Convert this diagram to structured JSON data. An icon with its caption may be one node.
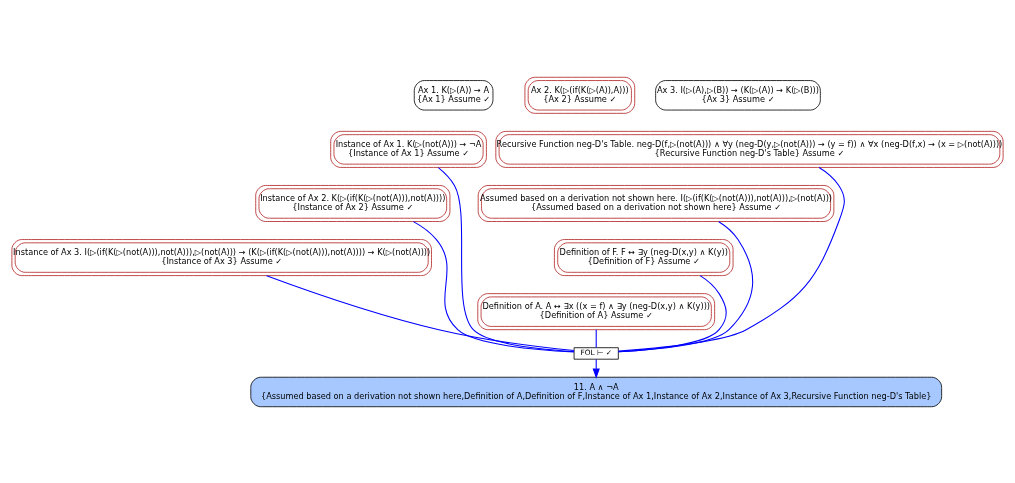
{
  "diagram": {
    "nodes": [
      {
        "text": [
          "Ax 1. K(▷(A)) → A",
          "{Ax 1} Assume ✓"
        ]
      },
      {
        "text": [
          "Ax 2. K(▷(if(K(▷(A)),A)))",
          "{Ax 2} Assume ✓"
        ]
      },
      {
        "text": [
          "Ax 3. I(▷(A),▷(B)) → (K(▷(A)) → K(▷(B)))",
          "{Ax 3} Assume ✓"
        ]
      },
      {
        "text": [
          "Recursive Function neg-D's Table. neg-D(f,▷(not(A))) ∧ ∀y (neg-D(y,▷(not(A))) → (y = f)) ∧ ∀x (neg-D(f,x) → (x = ▷(not(A))))",
          "{Recursive Function neg-D's Table} Assume ✓"
        ]
      },
      {
        "text": [
          "Instance of Ax 1. K(▷(not(A))) → ¬A",
          "{Instance of Ax 1} Assume ✓"
        ]
      },
      {
        "text": [
          "Instance of Ax 2. K(▷(if(K(▷(not(A))),not(A))))",
          "{Instance of Ax 2} Assume ✓"
        ]
      },
      {
        "text": [
          "Assumed based on a derivation not shown here. I(▷(if(K(▷(not(A))),not(A))),▷(not(A)))",
          "{Assumed based on a derivation not shown here} Assume ✓"
        ]
      },
      {
        "text": [
          "Instance of Ax 3. I(▷(if(K(▷(not(A))),not(A))),▷(not(A))) → (K(▷(if(K(▷(not(A))),not(A)))) → K(▷(not(A))))",
          "{Instance of Ax 3} Assume ✓"
        ]
      },
      {
        "text": [
          "Definition of F. F ↔ ∃y (neg-D(x,y) ∧ K(y))",
          "{Definition of F} Assume ✓"
        ]
      },
      {
        "text": [
          "Definition of A. A ↔ ∃x ((x = f) ∧ ∃y (neg-D(x,y) ∧ K(y)))",
          "{Definition of A} Assume ✓"
        ]
      },
      {
        "text": [
          "FOL ⊢ ✓"
        ]
      },
      {
        "text": [
          "11. A ∧ ¬A",
          "{Assumed based on a derivation not shown here,Definition of A,Definition of F,Instance of Ax 1,Instance of Ax 2,Instance of Ax 3,Recursive Function neg-D's Table}"
        ]
      }
    ],
    "edges": [
      {
        "from": 4,
        "to": 10,
        "arrow": "none",
        "color": "#0000ff"
      },
      {
        "from": 5,
        "to": 10,
        "arrow": "none",
        "color": "#0000ff"
      },
      {
        "from": 7,
        "to": 10,
        "arrow": "none",
        "color": "#0000ff"
      },
      {
        "from": 3,
        "to": 10,
        "arrow": "none",
        "color": "#0000ff"
      },
      {
        "from": 6,
        "to": 10,
        "arrow": "none",
        "color": "#0000ff"
      },
      {
        "from": 8,
        "to": 10,
        "arrow": "none",
        "color": "#0000ff"
      },
      {
        "from": 9,
        "to": 10,
        "arrow": "none",
        "color": "#0000ff"
      },
      {
        "from": 10,
        "to": 11,
        "arrow": "to",
        "color": "#0000ff"
      }
    ]
  }
}
